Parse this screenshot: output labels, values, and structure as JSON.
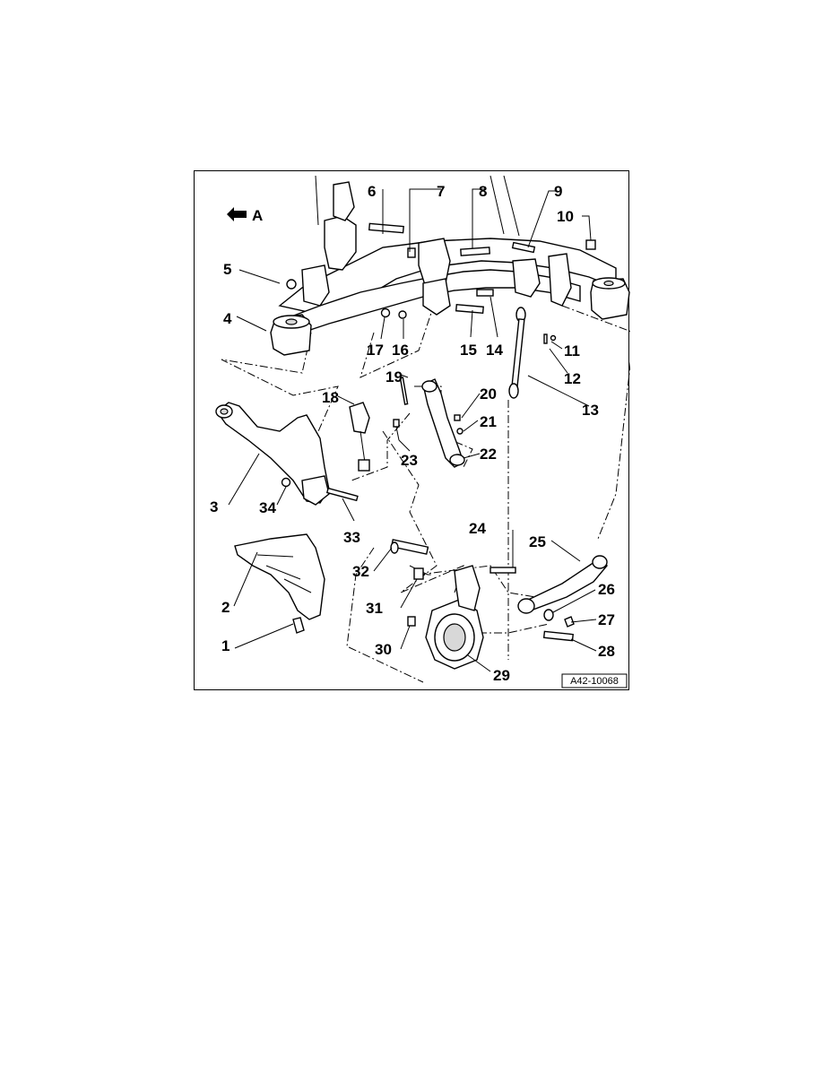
{
  "figure": {
    "view_label": "A",
    "reference_code": "A42-10068",
    "callouts": [
      "1",
      "2",
      "3",
      "4",
      "5",
      "6",
      "7",
      "8",
      "9",
      "10",
      "11",
      "12",
      "13",
      "14",
      "15",
      "16",
      "17",
      "18",
      "19",
      "20",
      "21",
      "22",
      "23",
      "24",
      "25",
      "26",
      "27",
      "28",
      "29",
      "30",
      "31",
      "32",
      "33",
      "34"
    ]
  }
}
